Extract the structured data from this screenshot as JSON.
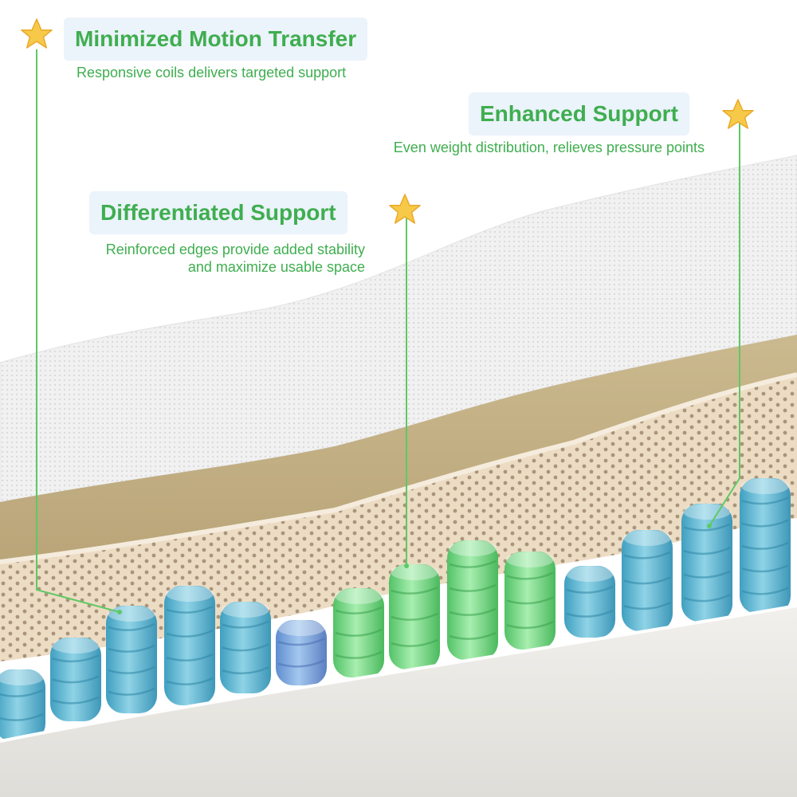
{
  "colors": {
    "accent_green": "#3fae4f",
    "title_bg": "#ebf3fb",
    "leader_line": "#5ec964",
    "star": "#f7c948",
    "mesh": "#eeeeee",
    "foam_tan": "#c4b184",
    "latex": "#ecdcc6",
    "coil_blue": "#64bad4",
    "coil_green": "#7fdc8a",
    "base": "#eceae6"
  },
  "callouts": [
    {
      "title": "Minimized Motion Transfer",
      "subtitle_lines": [
        "Responsive coils delivers targeted support"
      ],
      "icon": "star-icon"
    },
    {
      "title": "Enhanced Support",
      "subtitle_lines": [
        "Even weight distribution, relieves pressure points"
      ],
      "icon": "star-icon"
    },
    {
      "title": "Differentiated Support",
      "subtitle_lines": [
        "Reinforced edges provide added stability",
        "and maximize usable space"
      ],
      "icon": "star-icon"
    }
  ],
  "coil_zones": [
    "blue",
    "green",
    "blue"
  ]
}
